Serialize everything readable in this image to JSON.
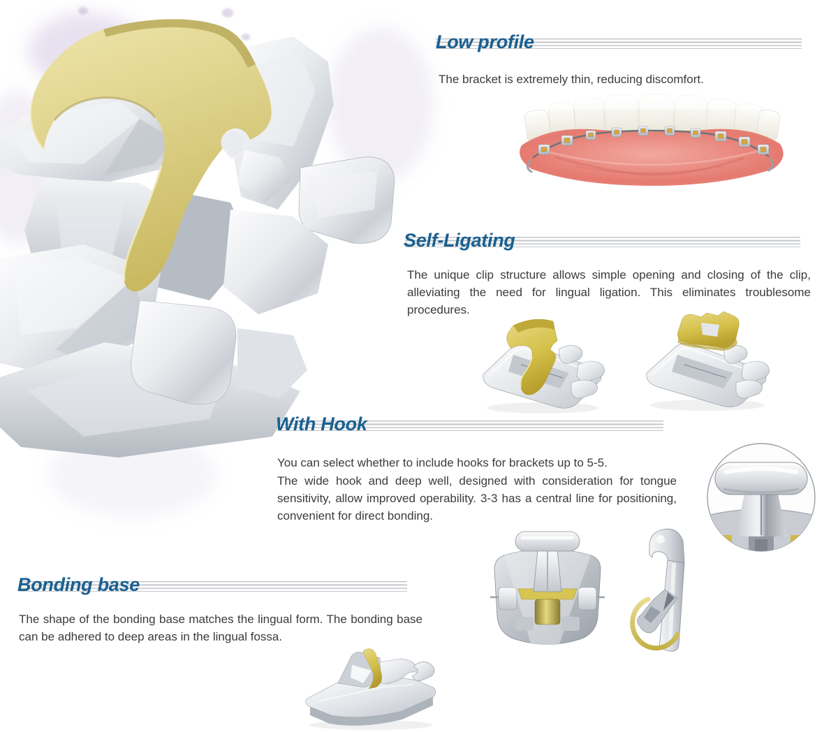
{
  "page": {
    "colors": {
      "heading_blue": "#1A6090",
      "rule_gray": "#C3C6CA",
      "body_text": "#3B3B3B",
      "gold": "#DDD088",
      "gold_deep": "#D2B944",
      "silver": "#CFD3D9",
      "gum_pink": "#E57A70",
      "tooth_ivory": "#F4F2E8"
    }
  },
  "sections": [
    {
      "id": "low-profile",
      "title": "Low profile",
      "paragraphs": [
        "The bracket is extremely thin, reducing discomfort."
      ]
    },
    {
      "id": "self-ligating",
      "title": "Self-Ligating",
      "paragraphs": [
        "The unique clip structure allows simple opening and closing of the clip, alleviating the need for lingual ligation.  This eliminates troublesome procedures."
      ]
    },
    {
      "id": "with-hook",
      "title": "With Hook",
      "paragraphs": [
        "You can select whether to include hooks for brackets up to 5-5.",
        "The wide hook and deep well, designed with consideration for tongue sensitivity, allow improved operability. 3-3 has a central line for positioning, convenient for direct bonding."
      ]
    },
    {
      "id": "bonding-base",
      "title": "Bonding base",
      "paragraphs": [
        "The shape of the bonding base matches the lingual form. The bonding base can be adhered to deep areas in the lingual fossa."
      ]
    }
  ]
}
